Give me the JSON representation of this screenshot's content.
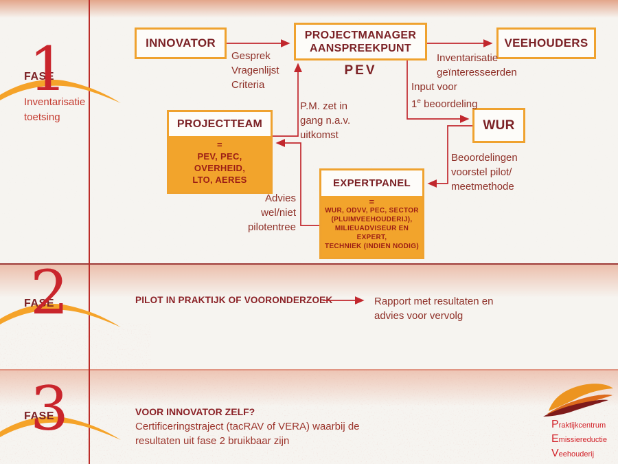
{
  "fase1": {
    "label": "FASE",
    "number": "1",
    "subtitle": [
      "Inventarisatie",
      "toetsing"
    ],
    "boxes": {
      "innovator": "INNOVATOR",
      "projectmanager": [
        "PROJECTMANAGER",
        "AANSPREEKPUNT"
      ],
      "pev": "PEV",
      "veehouders": "VEEHOUDERS",
      "wur": "WUR",
      "projectteam": {
        "title": "PROJECTTEAM",
        "equals": "=",
        "members": [
          "PEV, PEC, OVERHEID,",
          "LTO, AERES"
        ]
      },
      "expertpanel": {
        "title": "EXPERTPANEL",
        "equals": "=",
        "members": [
          "WUR, ODVV, PEC, SECTOR",
          "(PLUIMVEEHOUDERIJ),",
          "MILIEUADVISEUR EN EXPERT,",
          "TECHNIEK (INDIEN NODIG)"
        ]
      }
    },
    "labels": {
      "gesprek": [
        "Gesprek",
        "Vragenlijst",
        "Criteria"
      ],
      "inventarisatie": [
        "Inventarisatie",
        "geïnteresseerden"
      ],
      "input": {
        "line1": "Input voor",
        "num": "1",
        "sup": "e",
        "rest": " beoordeling"
      },
      "pm": [
        "P.M. zet in",
        "gang n.a.v.",
        "uitkomst"
      ],
      "beoordelingen": [
        "Beoordelingen",
        "voorstel pilot/",
        "meetmethode"
      ],
      "advies": [
        "Advies",
        "wel/niet",
        "pilotentree"
      ]
    }
  },
  "fase2": {
    "label": "FASE",
    "number": "2",
    "title": "PILOT IN PRAKTIJK OF VOORONDERZOEK",
    "result": [
      "Rapport met resultaten en",
      "advies voor vervolg"
    ]
  },
  "fase3": {
    "label": "FASE",
    "number": "3",
    "title": "VOOR INNOVATOR ZELF?",
    "body": [
      "Certificeringstraject (tacRAV of VERA) waarbij de",
      "resultaten uit fase 2 bruikbaar zijn"
    ]
  },
  "logo": {
    "lines": [
      {
        "initial": "P",
        "rest": "raktijkcentrum"
      },
      {
        "initial": "E",
        "rest": "missiereductie"
      },
      {
        "initial": "V",
        "rest": "eehouderij"
      }
    ]
  },
  "colors": {
    "accent_orange": "#F2A42C",
    "line_red": "#C1272D",
    "maroon": "#7B2125",
    "numeral_red": "#C9252C",
    "logo_red": "#D2232A"
  }
}
